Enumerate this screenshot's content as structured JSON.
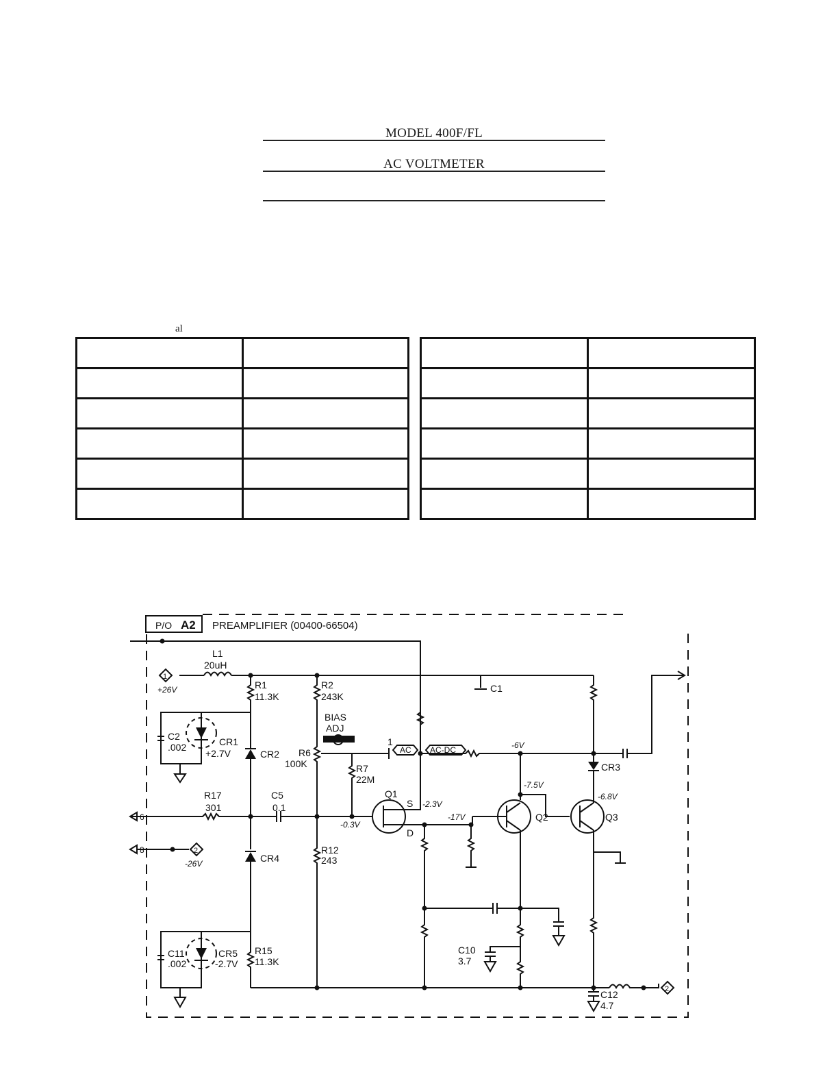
{
  "header": {
    "model": "MODEL 400F/FL",
    "title": "AC VOLTMETER",
    "blank_line": ""
  },
  "margin_mark": "al",
  "table_left": {
    "rows": [
      [
        "",
        ""
      ],
      [
        "",
        ""
      ],
      [
        "",
        ""
      ],
      [
        "",
        ""
      ],
      [
        "",
        ""
      ],
      [
        "",
        ""
      ]
    ]
  },
  "table_right": {
    "rows": [
      [
        "",
        ""
      ],
      [
        "",
        ""
      ],
      [
        "",
        ""
      ],
      [
        "",
        ""
      ],
      [
        "",
        ""
      ],
      [
        "",
        ""
      ]
    ]
  },
  "schematic": {
    "assembly_prefix": "P/O",
    "assembly_id": "A2",
    "assembly_title": "PREAMPLIFIER (00400-66504)",
    "labels": {
      "l1_ref": "L1",
      "l1_val": "20uH",
      "node1": "1",
      "plus26": "+26V",
      "r1_ref": "R1",
      "r1_val": "11.3K",
      "r2_ref": "R2",
      "r2_val": "243K",
      "c1_ref": "C1",
      "bias": "BIAS",
      "adj": "ADJ",
      "c2_ref": "C2",
      "c2_val": ".002",
      "cr1_ref": "CR1",
      "cr1_val": "+2.7V",
      "cr2_ref": "CR2",
      "r6_ref": "R6",
      "r6_val": "100K",
      "r7_ref": "R7",
      "r7_val": "22M",
      "sw_pos1": "1",
      "ac": "AC",
      "acdc": "AC-DC",
      "v_minus6": "-6V",
      "cr3_ref": "CR3",
      "v_minus75": "-7.5V",
      "v_minus68": "-6.8V",
      "r17_ref": "R17",
      "r17_val": "301",
      "c5_ref": "C5",
      "c5_val": "0.1",
      "q1_ref": "Q1",
      "q1_s": "S",
      "q1_d": "D",
      "v_minus23": "-2.3V",
      "v_minus17": "-17V",
      "v_minus03": "-0.3V",
      "q2_ref": "Q2",
      "q3_ref": "Q3",
      "pin6": "6",
      "pin8": "8",
      "node2": "2",
      "minus26": "-26V",
      "cr4_ref": "CR4",
      "r12_ref": "R12",
      "r12_val": "243",
      "c11_ref": "C11",
      "c11_val": ".002",
      "cr5_ref": "CR5",
      "cr5_val": "-2.7V",
      "r15_ref": "R15",
      "r15_val": "11.3K",
      "c10_ref": "C10",
      "c10_val": "3.7",
      "c12_ref": "C12",
      "c12_val": "4.7",
      "node2b": "2"
    }
  }
}
